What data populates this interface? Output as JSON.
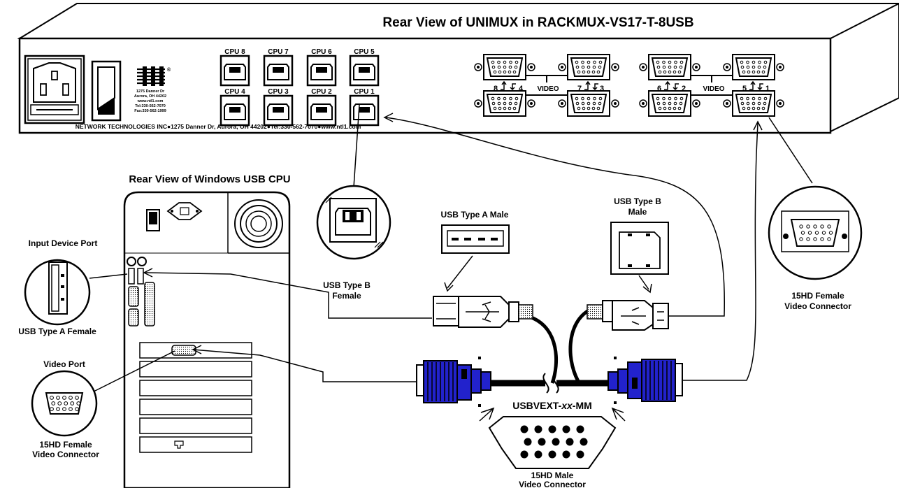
{
  "title": "Rear View of UNIMUX in RACKMUX-VS17-T-8USB",
  "cpu_title": "Rear View of Windows USB CPU",
  "cpu_ports_top": [
    "CPU 8",
    "CPU 7",
    "CPU 6",
    "CPU 5"
  ],
  "cpu_ports_bottom": [
    "CPU 4",
    "CPU 3",
    "CPU 2",
    "CPU 1"
  ],
  "ntl_address": [
    "1275 Danner Dr",
    "Aurora, OH 44202",
    "www.ntl1.com",
    "Tel:330-562-7070",
    "Fax:330-562-1999"
  ],
  "ntl_footer": "NETWORK  TECHNOLOGIES INC●1275 Danner Dr, Aurora, OH 44202●Tel:330-562-7070●www.ntl1.com",
  "video_group_a": {
    "top_left": "8",
    "top_right": "4",
    "label": "VIDEO",
    "second_left": "7",
    "second_right": "3"
  },
  "video_group_b": {
    "top_left": "6",
    "top_right": "2",
    "label": "VIDEO",
    "second_left": "5",
    "second_right": "1"
  },
  "labels": {
    "input_device_port": "Input Device Port",
    "usb_type_a_female": "USB Type A Female",
    "video_port": "Video Port",
    "hd15_female_left_1": "15HD Female",
    "hd15_female_left_2": "Video Connector",
    "usb_type_b_female_1": "USB Type B",
    "usb_type_b_female_2": "Female",
    "usb_type_a_male": "USB Type A Male",
    "usb_type_b_male_1": "USB Type B",
    "usb_type_b_male_2": "Male",
    "hd15_female_right_1": "15HD Female",
    "hd15_female_right_2": "Video Connector",
    "cable_name_prefix": "USBVEXT-",
    "cable_name_italic": "xx",
    "cable_name_suffix": "-MM",
    "hd15_male_1": "15HD Male",
    "hd15_male_2": "Video Connector"
  }
}
